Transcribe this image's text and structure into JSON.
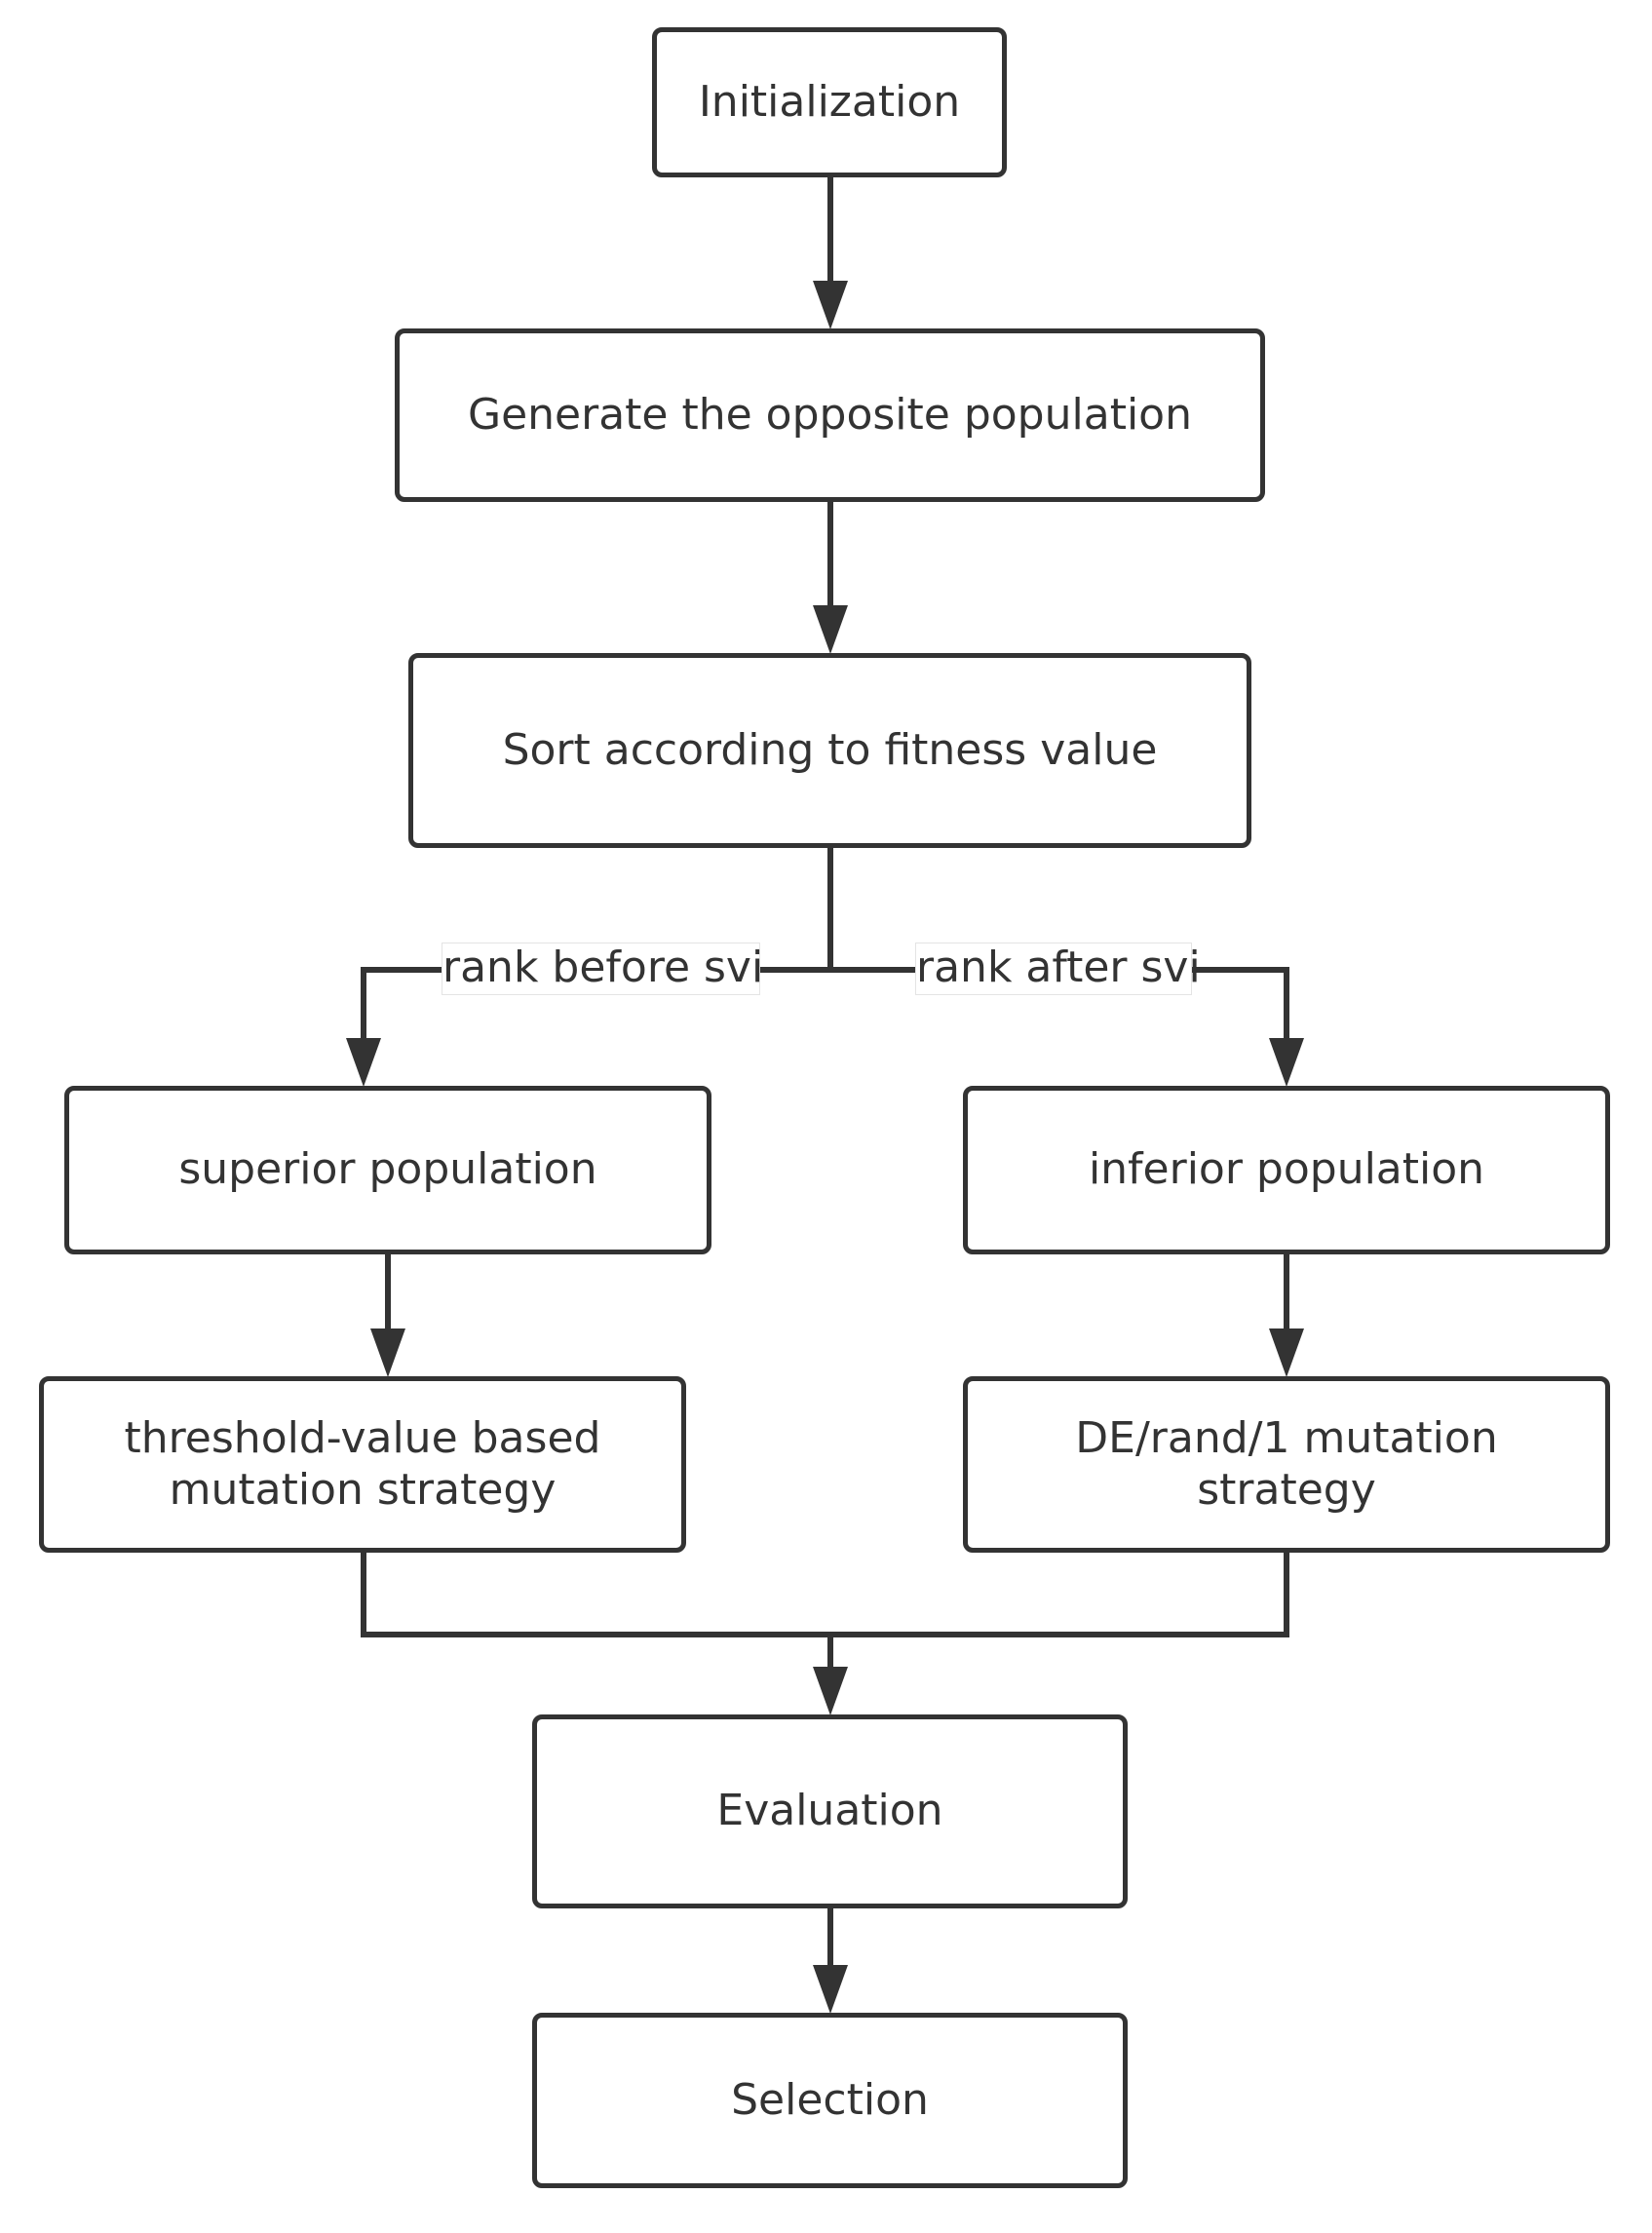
{
  "colors": {
    "stroke": "#333333",
    "text": "#333333",
    "background": "#ffffff"
  },
  "nodes": {
    "initialization": "Initialization",
    "generate_opposite": "Generate the opposite population",
    "sort_fitness": "Sort according to fitness value",
    "superior_population": "superior population",
    "inferior_population": "inferior population",
    "threshold_mutation": [
      "threshold-value based",
      "mutation strategy"
    ],
    "de_rand_mutation": [
      "DE/rand/1 mutation",
      "strategy"
    ],
    "evaluation": "Evaluation",
    "selection": "Selection"
  },
  "edge_labels": {
    "rank_before": "rank before svi",
    "rank_after": "rank after svi"
  }
}
